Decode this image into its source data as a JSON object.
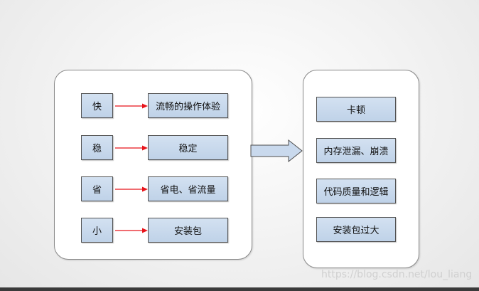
{
  "left_column": [
    "快",
    "稳",
    "省",
    "小"
  ],
  "middle_column": [
    "流畅的操作体验",
    "稳定",
    "省电、省流量",
    "安装包"
  ],
  "right_column": [
    "卡顿",
    "内存泄漏、崩溃",
    "代码质量和逻辑",
    "安装包过大"
  ],
  "watermark": "https://blog.csdn.net/lou_liang",
  "colors": {
    "box_fill": "#c9d9ed",
    "connector_arrow": "#e8141b",
    "big_arrow_fill": "#c9d9ed"
  }
}
